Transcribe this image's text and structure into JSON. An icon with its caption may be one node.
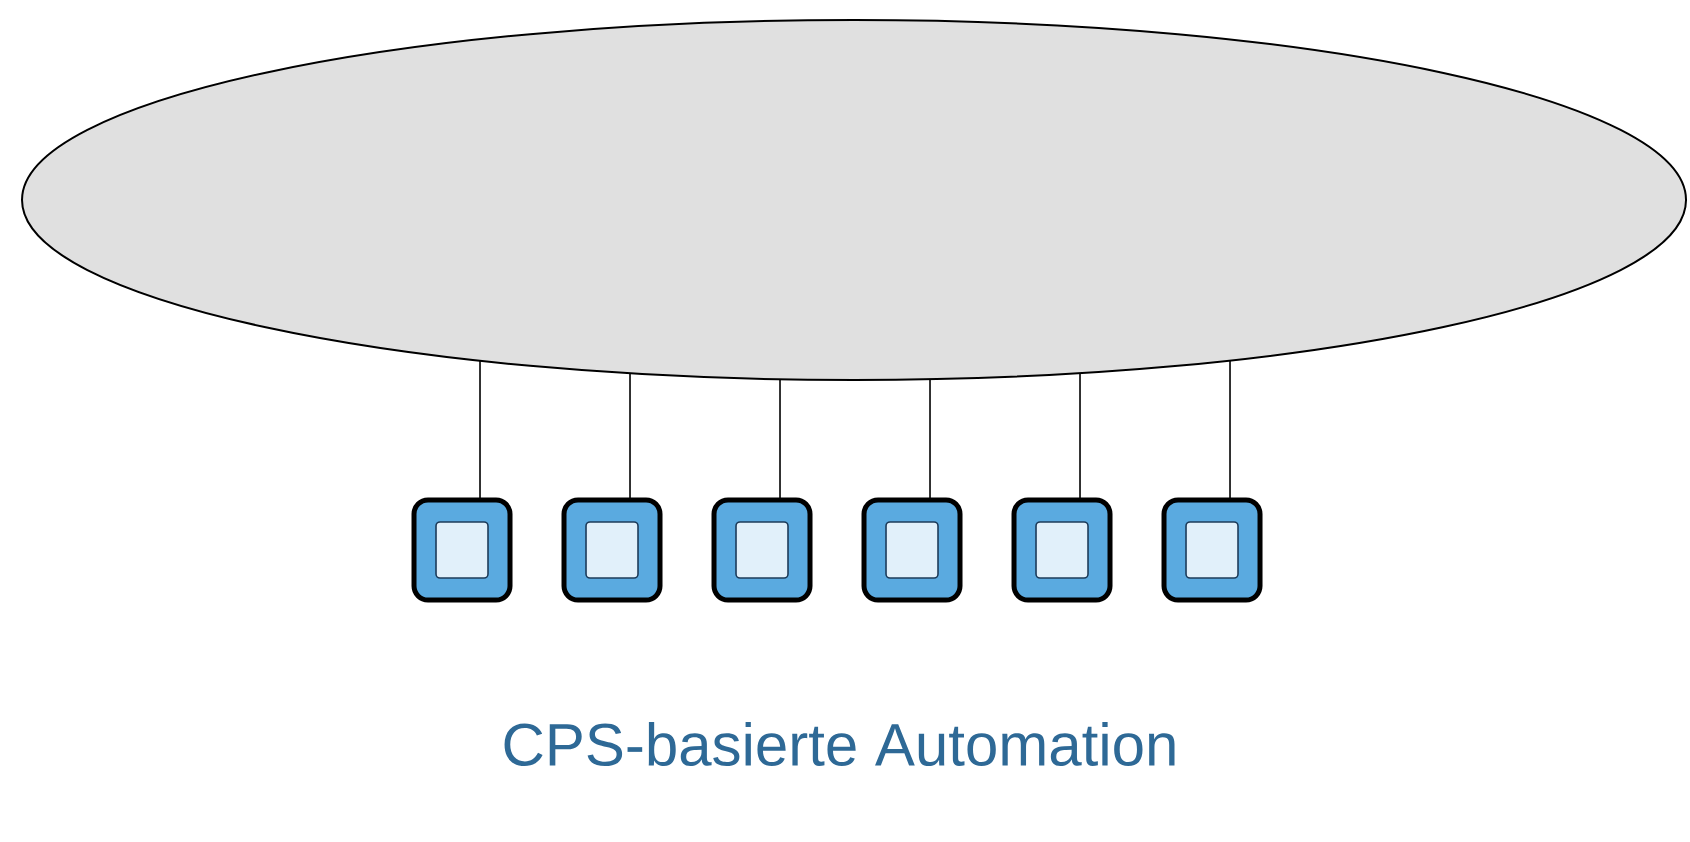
{
  "diagram": {
    "caption": "CPS-basierte Automation",
    "nodes": [
      {
        "text": [],
        "shape": "ellipse"
      },
      {
        "text": [],
        "shape": "box"
      },
      {
        "text": [],
        "shape": "box"
      },
      {
        "text": [],
        "shape": "box"
      },
      {
        "text": [],
        "shape": "box"
      },
      {
        "text": [],
        "shape": "box"
      },
      {
        "text": [],
        "shape": "box"
      }
    ],
    "edges": [
      {
        "from": 0,
        "to": 1,
        "arrow": "none"
      },
      {
        "from": 0,
        "to": 2,
        "arrow": "none"
      },
      {
        "from": 0,
        "to": 3,
        "arrow": "none"
      },
      {
        "from": 0,
        "to": 4,
        "arrow": "none"
      },
      {
        "from": 0,
        "to": 5,
        "arrow": "none"
      },
      {
        "from": 0,
        "to": 6,
        "arrow": "none"
      }
    ]
  }
}
